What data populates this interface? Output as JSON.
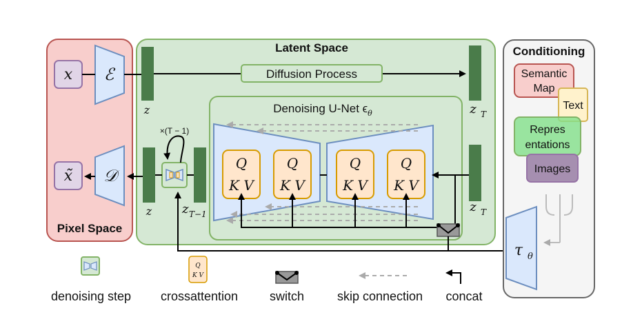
{
  "pixel_space": {
    "label": "Pixel Space",
    "input": "x",
    "output": "x̃",
    "encoder": "ℰ",
    "decoder": "𝒟"
  },
  "latent_space": {
    "label": "Latent Space",
    "diffusion_process": "Diffusion Process",
    "z": "z",
    "z_T": "z",
    "z_T_sub": "T",
    "z_Tm1": "z",
    "z_Tm1_sub": "T−1",
    "loop_label": "×(T − 1)",
    "unet_title": "Denoising U-Net ϵ",
    "unet_title_sub": "θ",
    "attention_q": "Q",
    "attention_kv": "K V"
  },
  "conditioning": {
    "label": "Conditioning",
    "items": [
      "Semantic Map",
      "Text",
      "Repres entations",
      "Images"
    ],
    "item_lines": [
      [
        "Semantic",
        "Map"
      ],
      [
        "Text"
      ],
      [
        "Repres",
        "entations"
      ],
      [
        "Images"
      ]
    ],
    "tau": "τ",
    "tau_sub": "θ"
  },
  "legend": {
    "denoising_step": "denoising step",
    "crossattention": "crossattention",
    "switch": "switch",
    "skip_connection": "skip connection",
    "concat": "concat"
  },
  "colors": {
    "pixel_fill": "#f5c9c9",
    "pixel_stroke": "#b85450",
    "latent_fill": "#d5e8d4",
    "latent_stroke": "#82b366",
    "blue_fill": "#dae8fc",
    "blue_stroke": "#6c8ebf",
    "purple_fill": "#e1d5e7",
    "purple_stroke": "#9673a6",
    "orange_fill": "#ffe6cc",
    "orange_stroke": "#d79b00",
    "dark_green": "#4a7c4a",
    "gray_fill": "#f5f5f5",
    "gray_stroke": "#666666"
  }
}
